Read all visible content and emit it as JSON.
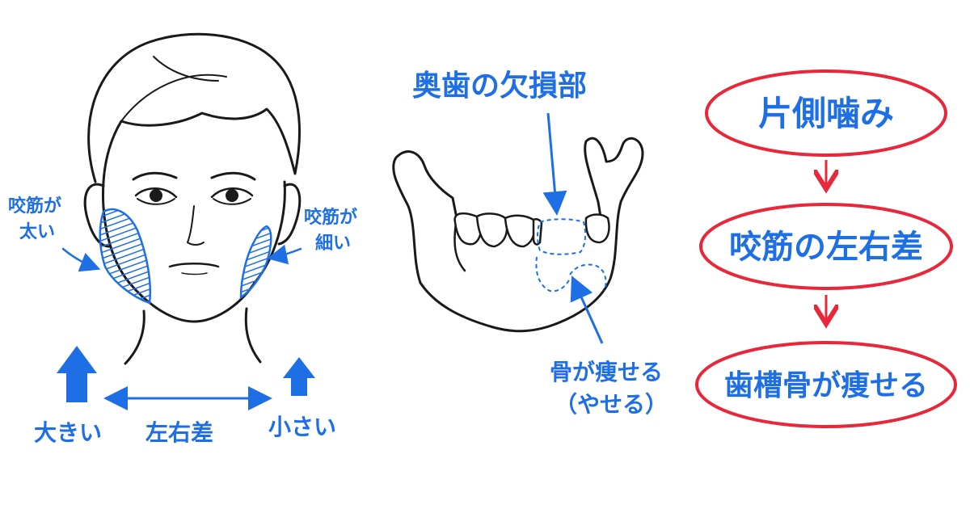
{
  "face": {
    "label_thick": [
      "咬筋が",
      "太い"
    ],
    "label_thin": [
      "咬筋が",
      "細い"
    ],
    "label_big": "大きい",
    "label_small": "小さい",
    "label_diff": "左右差"
  },
  "jaw": {
    "label_missing": "奥歯の欠損部",
    "label_bone": [
      "骨が痩せる",
      "（やせる）"
    ]
  },
  "flow": {
    "steps": [
      "片側噛み",
      "咬筋の左右差",
      "歯槽骨が痩せる"
    ]
  },
  "colors": {
    "text": "#1e6fe6",
    "outline": "#e8273a",
    "ink": "#1a1a1a"
  }
}
